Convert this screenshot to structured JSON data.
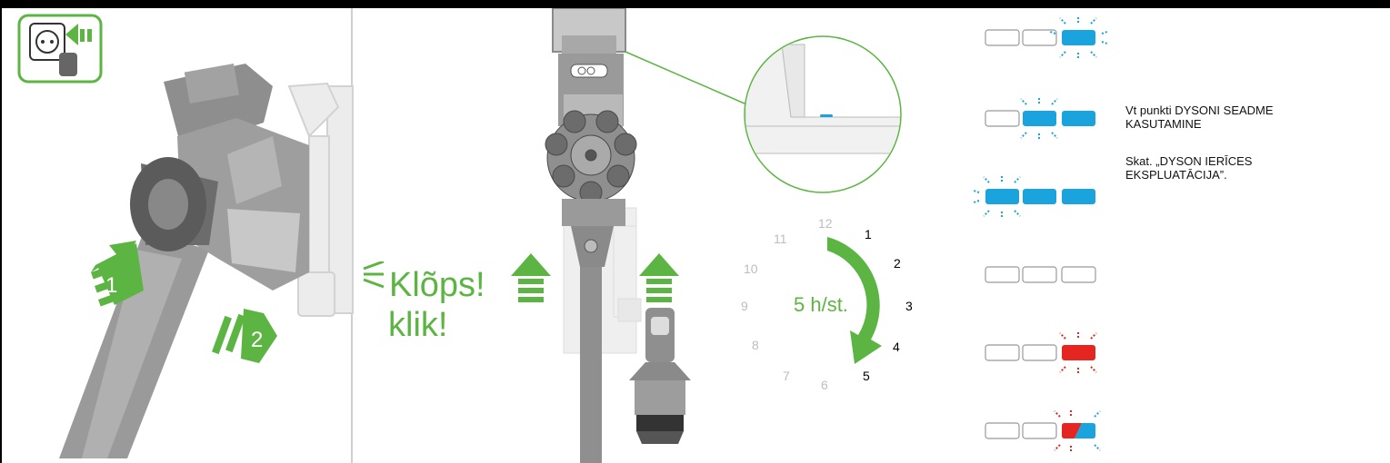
{
  "panel1": {
    "step_numbers": [
      "1",
      "2"
    ],
    "icon": "wall-socket-plug-icon"
  },
  "panel2": {
    "sound_line1": "Klõps!",
    "sound_line2": "klik!"
  },
  "timer": {
    "hours": [
      "12",
      "1",
      "2",
      "3",
      "4",
      "5",
      "6",
      "7",
      "8",
      "9",
      "10",
      "11"
    ],
    "active_hours": [
      "1",
      "2",
      "3",
      "4",
      "5"
    ],
    "duration_label": "5 h/st."
  },
  "led_states": [
    {
      "name": "charging-1",
      "leds": [
        "off",
        "off",
        "blink-blue"
      ]
    },
    {
      "name": "charging-2",
      "leds": [
        "off",
        "blink-blue",
        "blue"
      ]
    },
    {
      "name": "charged",
      "leds": [
        "blink-blue",
        "blue",
        "blue"
      ]
    },
    {
      "name": "all-off",
      "leds": [
        "off",
        "off",
        "off"
      ]
    },
    {
      "name": "fault-red",
      "leds": [
        "off",
        "off",
        "blink-red"
      ]
    },
    {
      "name": "fault-red-blue",
      "leds": [
        "off",
        "off",
        "blink-red-blue"
      ]
    }
  ],
  "notes": {
    "note1_line1": "Vt punkti DYSONI SEADME",
    "note1_line2": "KASUTAMINE",
    "note2_line1": "Skat. „DYSON IERĪCES",
    "note2_line2": "EKSPLUATĀCIJA”."
  },
  "colors": {
    "green": "#5cb543",
    "blue": "#1ba3de",
    "red": "#e52620",
    "grey": "#9a9a9a",
    "lightgrey": "#e6e6e6"
  }
}
